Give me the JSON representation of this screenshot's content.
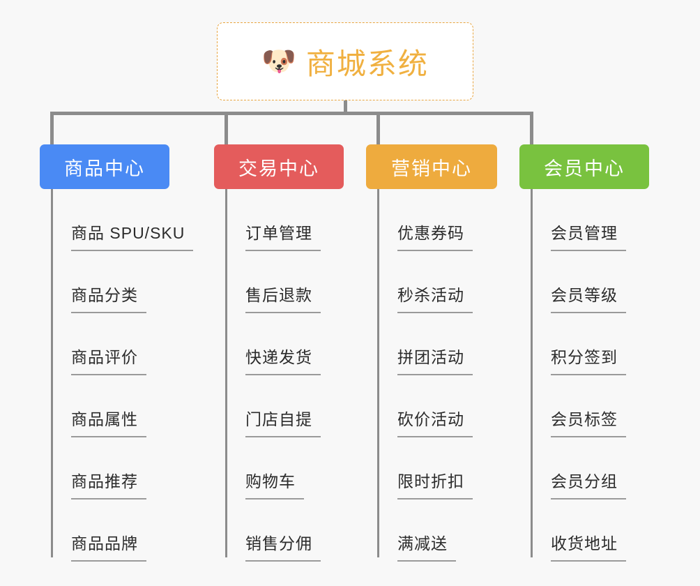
{
  "page": {
    "background_color": "#f8f8f8",
    "type": "mindmap"
  },
  "root": {
    "icon": "shiba-dog-face-icon",
    "emoji": "🐶",
    "title": "商城系统",
    "text_color": "#f0b040",
    "border_color": "#e8a540",
    "background_color": "#ffffff"
  },
  "connector_color": "#8c8c8c",
  "columns": [
    {
      "id": "product-center",
      "header": "商品中心",
      "color": "#4a8af4",
      "items": [
        "商品 SPU/SKU",
        "商品分类",
        "商品评价",
        "商品属性",
        "商品推荐",
        "商品品牌"
      ]
    },
    {
      "id": "trade-center",
      "header": "交易中心",
      "color": "#e45c5c",
      "items": [
        "订单管理",
        "售后退款",
        "快递发货",
        "门店自提",
        "购物车",
        "销售分佣"
      ]
    },
    {
      "id": "marketing-center",
      "header": "营销中心",
      "color": "#eeab3e",
      "items": [
        "优惠券码",
        "秒杀活动",
        "拼团活动",
        "砍价活动",
        "限时折扣",
        "满减送"
      ]
    },
    {
      "id": "member-center",
      "header": "会员中心",
      "color": "#79c23f",
      "items": [
        "会员管理",
        "会员等级",
        "积分签到",
        "会员标签",
        "会员分组",
        "收货地址"
      ]
    }
  ]
}
